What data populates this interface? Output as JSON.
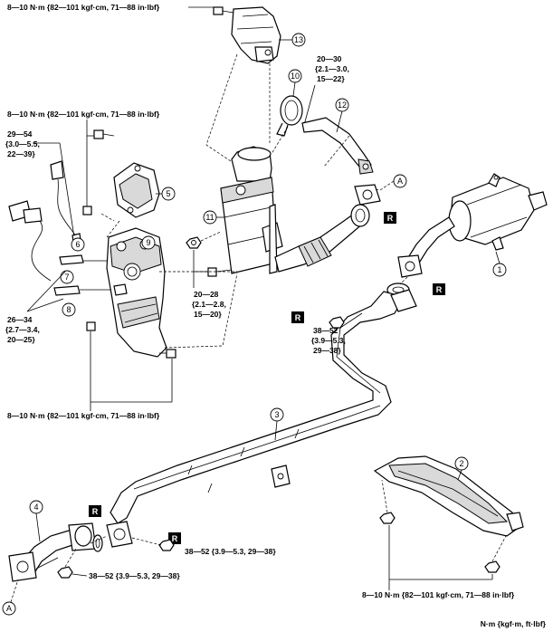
{
  "torque_labels": {
    "t1": "8—10 N·m {82—101 kgf·cm, 71—88 in·lbf}",
    "t2": "8—10 N·m {82—101 kgf·cm, 71—88 in·lbf}",
    "t3_l1": "29—54",
    "t3_l2": "{3.0—5.5,",
    "t3_l3": "22—39}",
    "t4_l1": "20—30",
    "t4_l2": "{2.1—3.0,",
    "t4_l3": "15—22}",
    "t5_l1": "20—28",
    "t5_l2": "{2.1—2.8,",
    "t5_l3": "15—20}",
    "t6_l1": "26—34",
    "t6_l2": "{2.7—3.4,",
    "t6_l3": "20—25}",
    "t7_l1": "38—52",
    "t7_l2": "{3.9—5.3,",
    "t7_l3": "29—38}",
    "t8": "8—10 N·m {82—101 kgf·cm, 71—88 in·lbf}",
    "t9": "38—52 {3.9—5.3, 29—38}",
    "t10": "38—52 {3.9—5.3, 29—38}",
    "t11": "8—10 N·m {82—101 kgf·cm, 71—88 in·lbf}"
  },
  "part_numbers": {
    "p1": "1",
    "p2": "2",
    "p3": "3",
    "p4": "4",
    "p5": "5",
    "p6": "6",
    "p7": "7",
    "p8": "8",
    "p9": "9",
    "p10": "10",
    "p11": "11",
    "p12": "12",
    "p13": "13"
  },
  "reference_markers": {
    "a1": "A",
    "a2": "A"
  },
  "replace_marker": "R",
  "units_note": "N·m {kgf·m, ft·lbf}"
}
